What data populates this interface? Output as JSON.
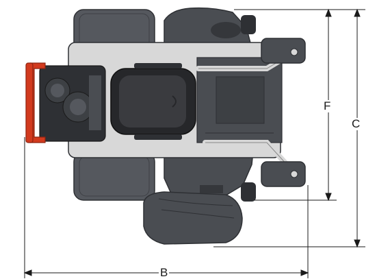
{
  "diagram": {
    "dimensions": {
      "b_label": "B",
      "c_label": "C",
      "f_label": "F"
    },
    "colors": {
      "frame": "#d23a1e",
      "body": "#4a4d52",
      "body_dark": "#2e3034",
      "tire": "#55585e",
      "seat": "#26272a",
      "metal": "#d8d8d8",
      "line": "#1a1a1a"
    }
  }
}
